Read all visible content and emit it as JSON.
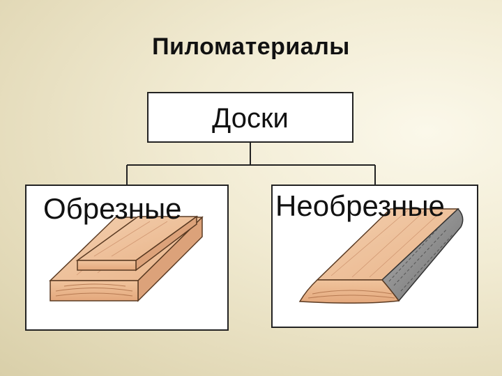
{
  "title": "Пиломатериалы",
  "root": {
    "label": "Доски"
  },
  "children": [
    {
      "label": "Обрезные",
      "image": "edged-boards-illustration"
    },
    {
      "label": "Необрезные",
      "image": "unedged-board-illustration"
    }
  ]
}
